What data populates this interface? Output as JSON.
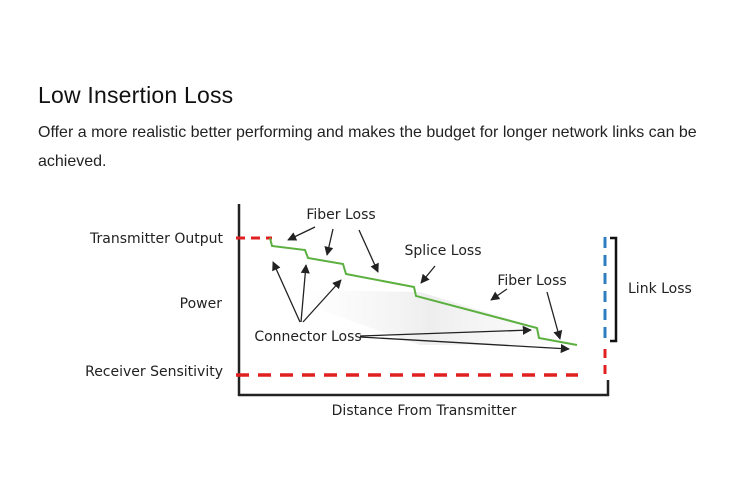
{
  "title": "Low Insertion Loss",
  "description": "Offer a more realistic better performing and makes the budget for longer network links can be achieved.",
  "diagram": {
    "y_label": "Power",
    "x_label": "Distance From Transmitter",
    "transmitter_output": "Transmitter Output",
    "receiver_sensitivity": "Receiver Sensitivity",
    "fiber_loss_1": "Fiber Loss",
    "splice_loss": "Splice Loss",
    "fiber_loss_2": "Fiber Loss",
    "connector_loss": "Connector Loss",
    "link_loss": "Link Loss"
  },
  "colors": {
    "signal": "#5cb040",
    "output_dash": "#e02020",
    "link_dash": "#2f7fc0",
    "axis": "#222222"
  }
}
